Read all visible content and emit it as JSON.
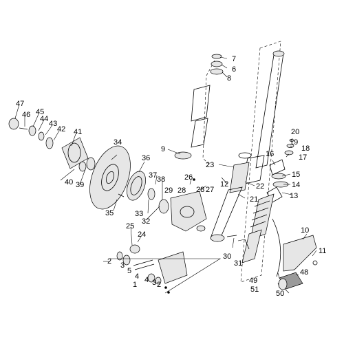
{
  "diagram": {
    "callouts": [
      {
        "id": "c1",
        "text": "1"
      },
      {
        "id": "c2a",
        "text": "2"
      },
      {
        "id": "c2b",
        "text": "2"
      },
      {
        "id": "c3a",
        "text": "3"
      },
      {
        "id": "c3b",
        "text": "3"
      },
      {
        "id": "c4a",
        "text": "4"
      },
      {
        "id": "c4b",
        "text": "4"
      },
      {
        "id": "c5",
        "text": "5"
      },
      {
        "id": "c6",
        "text": "6"
      },
      {
        "id": "c7",
        "text": "7"
      },
      {
        "id": "c8",
        "text": "8"
      },
      {
        "id": "c9",
        "text": "9"
      },
      {
        "id": "c10",
        "text": "10"
      },
      {
        "id": "c11",
        "text": "11"
      },
      {
        "id": "c12",
        "text": "12"
      },
      {
        "id": "c13",
        "text": "13"
      },
      {
        "id": "c14",
        "text": "14"
      },
      {
        "id": "c15",
        "text": "15"
      },
      {
        "id": "c16",
        "text": "16"
      },
      {
        "id": "c17",
        "text": "17"
      },
      {
        "id": "c18",
        "text": "18"
      },
      {
        "id": "c19",
        "text": "19"
      },
      {
        "id": "c20",
        "text": "20"
      },
      {
        "id": "c21",
        "text": "21"
      },
      {
        "id": "c22",
        "text": "22"
      },
      {
        "id": "c23",
        "text": "23"
      },
      {
        "id": "c24",
        "text": "24"
      },
      {
        "id": "c25",
        "text": "25"
      },
      {
        "id": "c26",
        "text": "26"
      },
      {
        "id": "c27",
        "text": "27"
      },
      {
        "id": "c28a",
        "text": "28"
      },
      {
        "id": "c28b",
        "text": "28"
      },
      {
        "id": "c29",
        "text": "29"
      },
      {
        "id": "c30",
        "text": "30"
      },
      {
        "id": "c31",
        "text": "31"
      },
      {
        "id": "c32",
        "text": "32"
      },
      {
        "id": "c33",
        "text": "33"
      },
      {
        "id": "c34",
        "text": "34"
      },
      {
        "id": "c35",
        "text": "35"
      },
      {
        "id": "c36",
        "text": "36"
      },
      {
        "id": "c37",
        "text": "37"
      },
      {
        "id": "c38",
        "text": "38"
      },
      {
        "id": "c39",
        "text": "39"
      },
      {
        "id": "c40",
        "text": "40"
      },
      {
        "id": "c41",
        "text": "41"
      },
      {
        "id": "c42",
        "text": "42"
      },
      {
        "id": "c43",
        "text": "43"
      },
      {
        "id": "c44",
        "text": "44"
      },
      {
        "id": "c45",
        "text": "45"
      },
      {
        "id": "c46",
        "text": "46"
      },
      {
        "id": "c47",
        "text": "47"
      },
      {
        "id": "c48",
        "text": "48"
      },
      {
        "id": "c49",
        "text": "49"
      },
      {
        "id": "c50",
        "text": "50"
      },
      {
        "id": "c51",
        "text": "51"
      }
    ]
  }
}
